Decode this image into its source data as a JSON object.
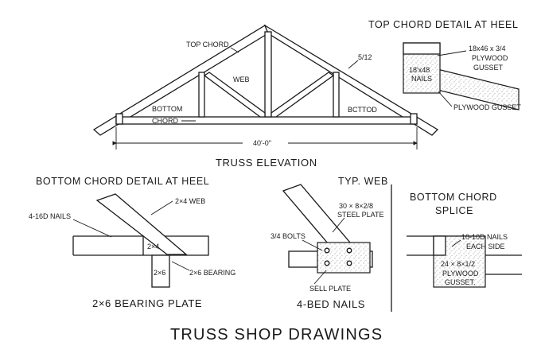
{
  "drawing_title": "TRUSS SHOP DRAWINGS",
  "elevation": {
    "caption": "TRUSS ELEVATION",
    "top_chord": "TOP CHORD",
    "web": "WEB",
    "bottom_chord_line1": "BOTTOM",
    "bottom_chord_line2": "CHORD",
    "bottom_chord_right": "BCTTOD",
    "pitch": "5/12",
    "span": "40'-0\""
  },
  "heel_detail": {
    "title": "TOP CHORD DETAIL AT HEEL",
    "gusset_size_line1": "18x46 x 3/4",
    "gusset_size_line2": "PLYWOOD",
    "gusset_size_line3": "GUSSET",
    "nails_line1": "18'x48",
    "nails_line2": "NAILS",
    "plywood_gusset": "PLYWOOD GUSSET"
  },
  "bottom_chord_heel": {
    "title": "BOTTOM CHORD DETAIL AT HEEL",
    "web": "2×4  WEB",
    "nails": "4-16D NAILS",
    "member": "2×4",
    "post": "2×6",
    "bearing": "2×6 BEARING",
    "caption": "2×6 BEARING PLATE"
  },
  "typ_web": {
    "title": "TYP. WEB",
    "plate_line1": "30 × 8×2/8",
    "plate_line2": "STEEL PLATE",
    "bolts": "3/4 BOLTS",
    "sell_plate": "SELL PLATE",
    "caption": "4-BED NAILS"
  },
  "splice": {
    "title_line1": "BOTTOM CHORD",
    "title_line2": "SPLICE",
    "nails_line1": "10-10D NAILS",
    "nails_line2": "EACH SIDE",
    "gusset_line1": "24 × 8×1/2",
    "gusset_line2": "PLYWOOD",
    "gusset_line3": "GUSSET."
  }
}
